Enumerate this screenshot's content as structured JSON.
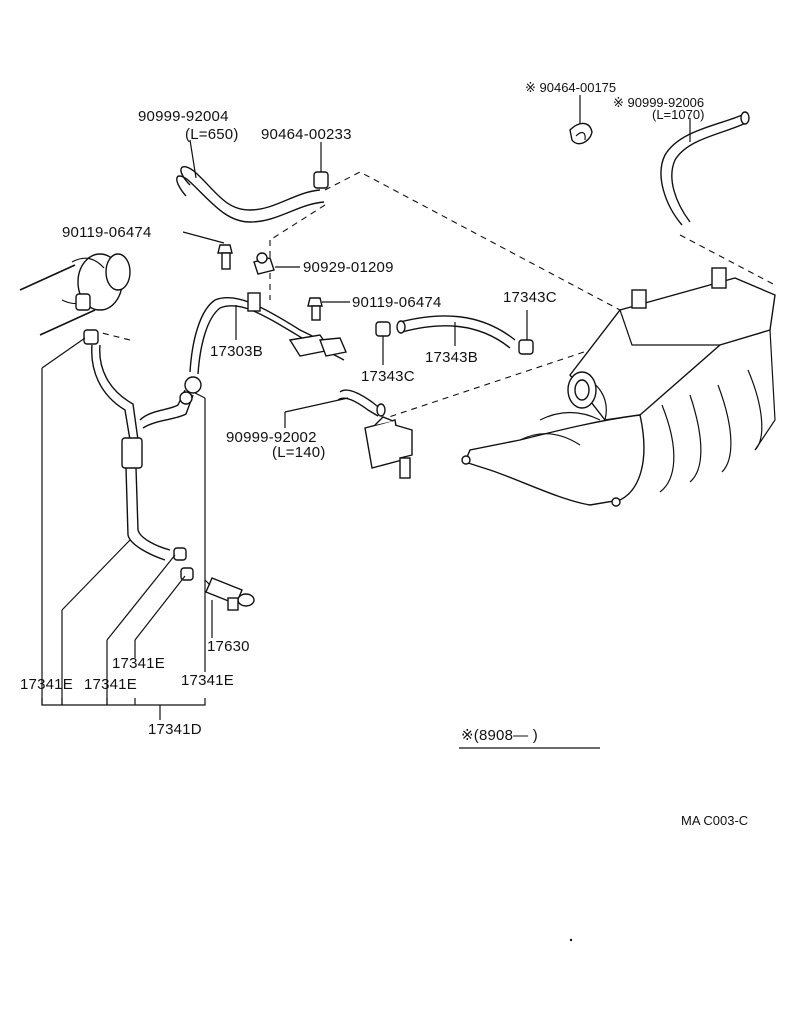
{
  "diagram": {
    "labels": {
      "hose_top_left": "90999-92004",
      "hose_top_left_len": "(L=650)",
      "clamp_top": "90464-00233",
      "bolt_left": "90119-06474",
      "clamp_mid": "90929-01209",
      "bolt_mid": "90119-06474",
      "pipe_17303b": "17303B",
      "clip_right_top": "17343C",
      "hose_17343b": "17343B",
      "clip_mid": "17343C",
      "hose_small": "90999-92002",
      "hose_small_len": "(L=140)",
      "clamp_star": "※ 90464-00175",
      "hose_star": "※ 90999-92006",
      "hose_star_len": "(L=1070)",
      "vsv": "17630",
      "e1": "17341E",
      "e2": "17341E",
      "e3": "17341E",
      "e4": "17341E",
      "hose_set": "17341D",
      "note": "※(8908—      )",
      "code": "MA  C003-C"
    }
  }
}
